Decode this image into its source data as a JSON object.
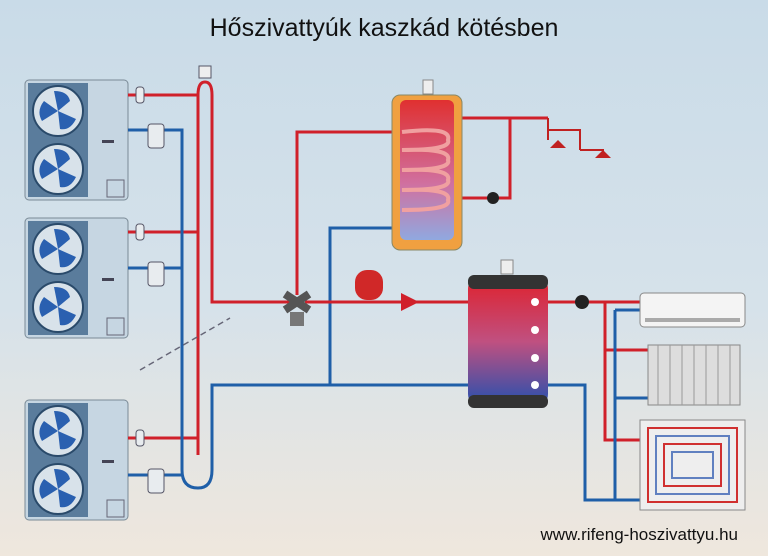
{
  "title": "Hőszivattyúk kaszkád kötésben",
  "footer_url": "www.rifeng-hoszivattyu.hu",
  "colors": {
    "hot_pipe": "#d0202a",
    "cold_pipe": "#1f5fa8",
    "background": "#d0dde7"
  },
  "components": {
    "heat_pumps": 3,
    "icons": [
      "heat-pump-unit",
      "air-separator",
      "dirt-filter",
      "three-way-valve",
      "hot-water-tank",
      "shower",
      "expansion-vessel",
      "buffer-tank",
      "circulation-pump",
      "air-conditioner",
      "radiator",
      "underfloor-heating"
    ]
  }
}
